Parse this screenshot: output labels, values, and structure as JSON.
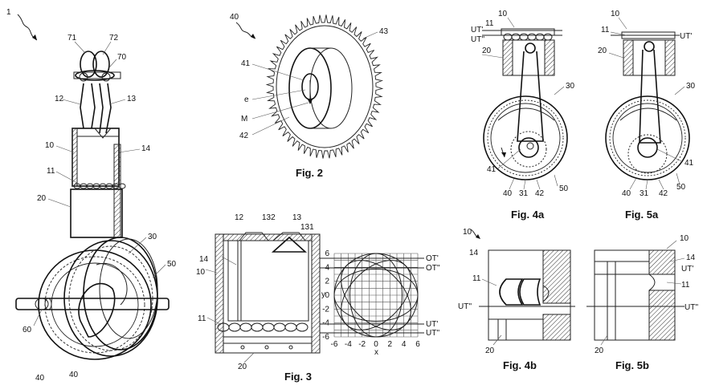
{
  "fig1": {
    "labels": {
      "n1": "1",
      "n71": "71",
      "n72": "72",
      "n70": "70",
      "n12": "12",
      "n13": "13",
      "n10": "10",
      "n14": "14",
      "n11": "11",
      "n20": "20",
      "n30": "30",
      "n50": "50",
      "n60": "60",
      "n40a": "40",
      "n40b": "40"
    }
  },
  "fig2": {
    "caption": "Fig. 2",
    "labels": {
      "n40": "40",
      "n43": "43",
      "n41": "41",
      "ne": "e",
      "nM": "M",
      "n42": "42"
    }
  },
  "fig3": {
    "caption": "Fig. 3",
    "labels": {
      "n12": "12",
      "n132": "132",
      "n13": "13",
      "n131": "131",
      "n14": "14",
      "n10": "10",
      "n11": "11",
      "n20": "20",
      "OT1": "OT'",
      "OT2": "OT''",
      "UT1": "UT'",
      "UT2": "UT''",
      "y": "y",
      "x": "x"
    },
    "yticks": [
      "6",
      "4",
      "2",
      "0",
      "-2",
      "-4",
      "-6"
    ],
    "xticks": [
      "-6",
      "-4",
      "-2",
      "0",
      "2",
      "4",
      "6"
    ]
  },
  "fig4a": {
    "caption": "Fig. 4a",
    "labels": {
      "n10": "10",
      "n11": "11",
      "UT1": "UT'",
      "UT2": "UT''",
      "n20": "20",
      "n30": "30",
      "n41": "41",
      "n40": "40",
      "n31": "31",
      "n42": "42",
      "n50": "50"
    }
  },
  "fig5a": {
    "caption": "Fig. 5a",
    "labels": {
      "n10": "10",
      "n11": "11",
      "UT1": "UT'",
      "n20": "20",
      "n30": "30",
      "n41": "41",
      "n40": "40",
      "n31": "31",
      "n42": "42",
      "n50": "50"
    }
  },
  "fig4b": {
    "caption": "Fig. 4b",
    "labels": {
      "n10": "10",
      "n14": "14",
      "n11": "11",
      "UT2": "UT''",
      "n20": "20"
    }
  },
  "fig5b": {
    "caption": "Fig. 5b",
    "labels": {
      "n10": "10",
      "n14": "14",
      "UT1": "UT'",
      "n11": "11",
      "UT2": "UT''",
      "n20": "20"
    }
  },
  "icons": {
    "arrow": "leader-arrow-icon",
    "gear": "gear-icon",
    "piston": "piston-icon"
  }
}
